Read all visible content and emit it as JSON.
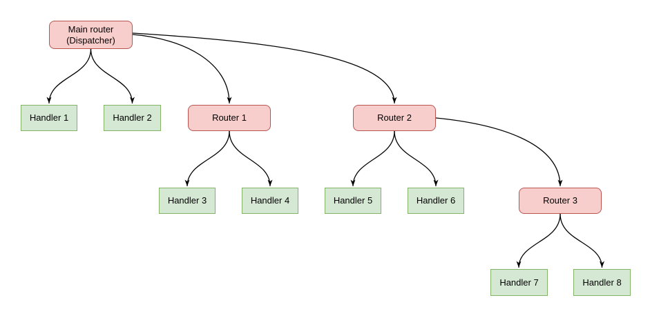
{
  "diagram": {
    "nodes": {
      "main_router": {
        "line1": "Main router",
        "line2": "(Dispatcher)",
        "kind": "router"
      },
      "router1": {
        "label": "Router 1",
        "kind": "router"
      },
      "router2": {
        "label": "Router 2",
        "kind": "router"
      },
      "router3": {
        "label": "Router 3",
        "kind": "router"
      },
      "handler1": {
        "label": "Handler 1",
        "kind": "handler"
      },
      "handler2": {
        "label": "Handler 2",
        "kind": "handler"
      },
      "handler3": {
        "label": "Handler 3",
        "kind": "handler"
      },
      "handler4": {
        "label": "Handler 4",
        "kind": "handler"
      },
      "handler5": {
        "label": "Handler 5",
        "kind": "handler"
      },
      "handler6": {
        "label": "Handler 6",
        "kind": "handler"
      },
      "handler7": {
        "label": "Handler 7",
        "kind": "handler"
      },
      "handler8": {
        "label": "Handler 8",
        "kind": "handler"
      }
    },
    "edges": [
      {
        "from": "main_router",
        "to": "handler1"
      },
      {
        "from": "main_router",
        "to": "handler2"
      },
      {
        "from": "main_router",
        "to": "router1"
      },
      {
        "from": "main_router",
        "to": "router2"
      },
      {
        "from": "router1",
        "to": "handler3"
      },
      {
        "from": "router1",
        "to": "handler4"
      },
      {
        "from": "router2",
        "to": "handler5"
      },
      {
        "from": "router2",
        "to": "handler6"
      },
      {
        "from": "router2",
        "to": "router3"
      },
      {
        "from": "router3",
        "to": "handler7"
      },
      {
        "from": "router3",
        "to": "handler8"
      }
    ],
    "colors": {
      "router_fill": "#f8cecc",
      "router_border": "#b85450",
      "handler_fill": "#d5e8d4",
      "handler_border": "#82b366",
      "edge": "#000000",
      "text": "#000000",
      "background": "#ffffff"
    }
  }
}
